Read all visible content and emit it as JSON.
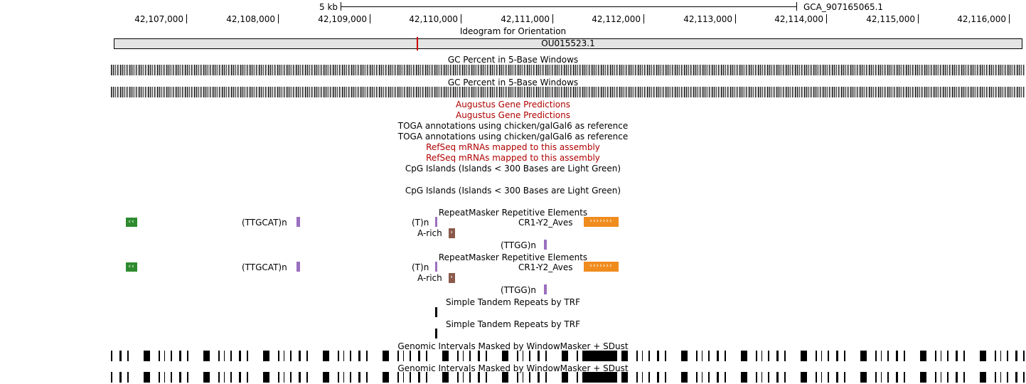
{
  "scale": {
    "label": "5 kb",
    "assembly": "GCA_907165065.1"
  },
  "coordinates": [
    "42,107,000",
    "42,108,000",
    "42,109,000",
    "42,110,000",
    "42,111,000",
    "42,112,000",
    "42,113,000",
    "42,114,000",
    "42,115,000",
    "42,116,000"
  ],
  "ideogram": {
    "title": "Ideogram for Orientation",
    "chromosome": "OU015523.1"
  },
  "tracks": {
    "gc_percent": "GC Percent in 5-Base Windows",
    "augustus": "Augustus Gene Predictions",
    "toga": "TOGA annotations using chicken/galGal6 as reference",
    "refseq": "RefSeq mRNAs mapped to this assembly",
    "cpg": "CpG Islands (Islands < 300 Bases are Light Green)",
    "repeatmasker": "RepeatMasker Repetitive Elements",
    "trf": "Simple Tandem Repeats by TRF",
    "windowmasker": "Genomic Intervals Masked by WindowMasker + SDust"
  },
  "repeats": {
    "ttgcat": "(TTGCAT)n",
    "tn": "(T)n",
    "arich": "A-rich",
    "cr1": "CR1-Y2_Aves",
    "ttgg": "(TTGG)n",
    "chev_left": "‹‹",
    "chev_right": "›››››››",
    "chev_single": "›"
  },
  "colors": {
    "simple_repeat": "#9b6fbf",
    "line_cr1": "#f08c1e",
    "low_complexity": "#8b5a4a",
    "sine_green": "#2e8b2e",
    "track_red": "#b00000",
    "ideogram_marker": "#cc0000"
  }
}
